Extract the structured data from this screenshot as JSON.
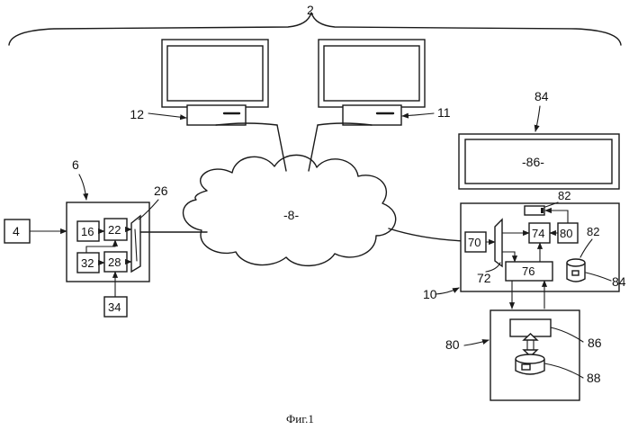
{
  "labels": {
    "system": "2",
    "source": "4",
    "encoder": "6",
    "network": "-8-",
    "receiver": "10",
    "workstation_right": "11",
    "workstation_left": "12",
    "block_16": "16",
    "block_22": "22",
    "interface_26": "26",
    "block_28": "28",
    "block_32": "32",
    "block_34": "34",
    "block_70": "70",
    "interface_72": "72",
    "block_74": "74",
    "block_76": "76",
    "block_80_inner": "80",
    "card_82_top": "82",
    "storage_82": "82",
    "display_84": "84",
    "screen_86": "-86-",
    "storage_84": "84",
    "storage_unit": "80",
    "memory_86": "86",
    "disk_88": "88"
  },
  "caption": "Фиг.1"
}
